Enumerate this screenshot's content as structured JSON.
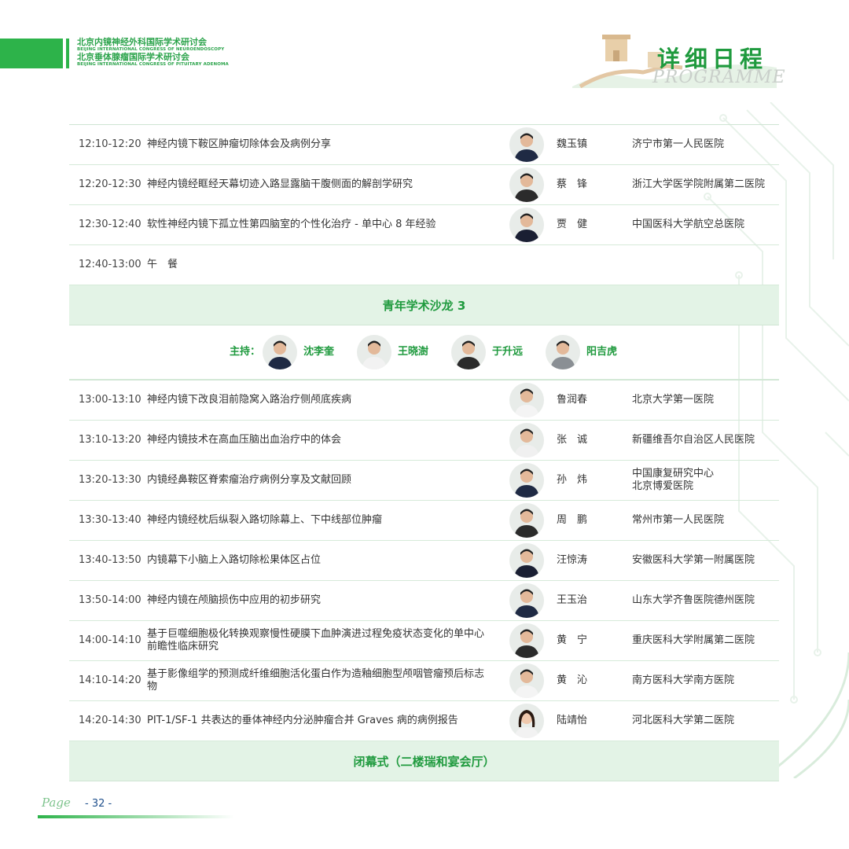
{
  "header": {
    "conf1_zh": "北京内镜神经外科国际学术研讨会",
    "conf1_en": "BEIJING INTERNATIONAL CONGRESS OF NEUROENDOSCOPY",
    "conf2_zh": "北京垂体腺瘤国际学术研讨会",
    "conf2_en": "BEIJING INTERNATIONAL CONGRESS OF PITUITARY ADENOMA",
    "title": "详细日程",
    "title_en": "PROGRAMME"
  },
  "block1": [
    {
      "time": "12:10-12:20",
      "topic": "神经内镜下鞍区肿瘤切除体会及病例分享",
      "speaker": "魏玉镇",
      "institution": "济宁市第一人民医院"
    },
    {
      "time": "12:20-12:30",
      "topic": "神经内镜经眶经天幕切迹入路显露脑干腹侧面的解剖学研究",
      "speaker": "蔡　锋",
      "institution": "浙江大学医学院附属第二医院"
    },
    {
      "time": "12:30-12:40",
      "topic": "软性神经内镜下孤立性第四脑室的个性化治疗 - 单中心 8 年经验",
      "speaker": "贾　健",
      "institution": "中国医科大学航空总医院"
    }
  ],
  "lunch": {
    "time": "12:40-13:00",
    "label": "午　餐"
  },
  "session_title": "青年学术沙龙 3",
  "hosts": {
    "label": "主持：",
    "names": [
      "沈李奎",
      "王晓澍",
      "于升远",
      "阳吉虎"
    ]
  },
  "block2": [
    {
      "time": "13:00-13:10",
      "topic": "神经内镜下改良泪前隐窝入路治疗侧颅底疾病",
      "speaker": "鲁润春",
      "institution": "北京大学第一医院"
    },
    {
      "time": "13:10-13:20",
      "topic": "神经内镜技术在高血压脑出血治疗中的体会",
      "speaker": "张　诚",
      "institution": "新疆维吾尔自治区人民医院"
    },
    {
      "time": "13:20-13:30",
      "topic": "内镜经鼻鞍区脊索瘤治疗病例分享及文献回顾",
      "speaker": "孙　炜",
      "institution": "中国康复研究中心\n北京博爱医院"
    },
    {
      "time": "13:30-13:40",
      "topic": "神经内镜经枕后纵裂入路切除幕上、下中线部位肿瘤",
      "speaker": "周　鹏",
      "institution": "常州市第一人民医院"
    },
    {
      "time": "13:40-13:50",
      "topic": "内镜幕下小脑上入路切除松果体区占位",
      "speaker": "汪惊涛",
      "institution": "安徽医科大学第一附属医院"
    },
    {
      "time": "13:50-14:00",
      "topic": "神经内镜在颅脑损伤中应用的初步研究",
      "speaker": "王玉治",
      "institution": "山东大学齐鲁医院德州医院"
    },
    {
      "time": "14:00-14:10",
      "topic": "基于巨噬细胞极化转换观察慢性硬膜下血肿演进过程免疫状态变化的单中心前瞻性临床研究",
      "speaker": "黄　宁",
      "institution": "重庆医科大学附属第二医院"
    },
    {
      "time": "14:10-14:20",
      "topic": "基于影像组学的预测成纤维细胞活化蛋白作为造釉细胞型颅咽管瘤预后标志物",
      "speaker": "黄　沁",
      "institution": "南方医科大学南方医院"
    },
    {
      "time": "14:20-14:30",
      "topic": "PIT-1/SF-1 共表达的垂体神经内分泌肿瘤合并 Graves 病的病例报告",
      "speaker": "陆靖怡",
      "institution": "河北医科大学第二医院"
    }
  ],
  "closing": "闭幕式（二楼瑞和宴会厅）",
  "footer": {
    "page_label": "Page",
    "page_number": "- 32 -"
  },
  "colors": {
    "brand_green": "#2db34a",
    "title_green": "#1f9a3e",
    "band_bg": "#e3f3e6",
    "page_blue": "#1e4f8c"
  }
}
